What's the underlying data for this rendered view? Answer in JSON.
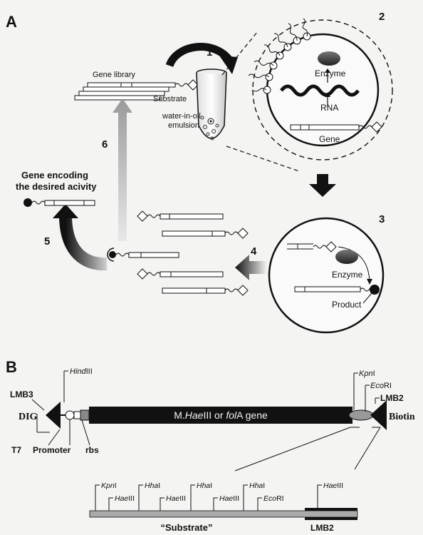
{
  "panelA": {
    "letter": "A",
    "steps": [
      "1",
      "2",
      "3",
      "4",
      "5",
      "6"
    ],
    "gene_library": "Gene library",
    "substrate": "Substrate",
    "emulsion_line1": "water-in-oil",
    "emulsion_line2": "emulsion",
    "enzyme_top": "Enzyme",
    "rna": "RNA",
    "gene": "Gene",
    "enzyme_mid": "Enzyme",
    "product": "Product",
    "desired_line1": "Gene encoding",
    "desired_line2": "the desired acivity"
  },
  "panelB": {
    "letter": "B",
    "lmb3": "LMB3",
    "dig": "DIG",
    "hindiii_italic": "Hind",
    "hindiii_roman": "III",
    "t7": "T7",
    "promoter": "Promoter",
    "rbs": "rbs",
    "gene_label_1": "M.",
    "gene_label_2": "Hae",
    "gene_label_3": "III or ",
    "gene_label_4": "fol",
    "gene_label_5": "A gene",
    "kpni_top_i": "Kpn",
    "kpni_top_r": "I",
    "ecori_top_i": "Eco",
    "ecori_top_r": "RI",
    "lmb2_top": "LMB2",
    "biotin": "Biotin",
    "sub_sites": [
      {
        "i": "Kpn",
        "r": "I"
      },
      {
        "i": "Hae",
        "r": "III"
      },
      {
        "i": "Hha",
        "r": "I"
      },
      {
        "i": "Hae",
        "r": "III"
      },
      {
        "i": "Hha",
        "r": "I"
      },
      {
        "i": "Hae",
        "r": "III"
      },
      {
        "i": "Hha",
        "r": "I"
      },
      {
        "i": "Eco",
        "r": "RI"
      },
      {
        "i": "Hae",
        "r": "III"
      }
    ],
    "substrate_label": "“Substrate”",
    "lmb2_bottom": "LMB2"
  }
}
